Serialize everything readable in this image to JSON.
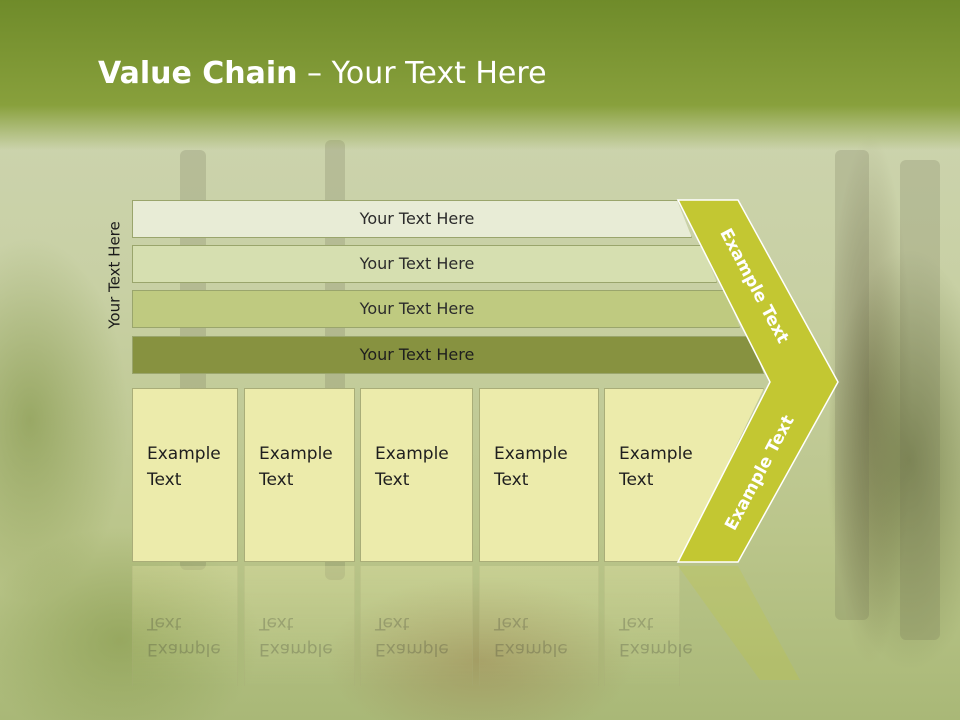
{
  "slide": {
    "title_bold": "Value Chain",
    "title_rest": " – Your Text Here",
    "vertical_label": "Your Text Here",
    "bars": [
      {
        "label": "Your Text Here"
      },
      {
        "label": "Your Text Here"
      },
      {
        "label": "Your Text Here"
      },
      {
        "label": "Your Text Here"
      }
    ],
    "boxes": [
      {
        "label": "Example\nText"
      },
      {
        "label": "Example\nText"
      },
      {
        "label": "Example\nText"
      },
      {
        "label": "Example\nText"
      },
      {
        "label": "Example\nText"
      }
    ],
    "arrow": {
      "top_label": "Example Text",
      "bottom_label": "Example Text"
    }
  },
  "colors": {
    "header": "#7a942f",
    "arrow_fill": "#c3c732",
    "bar1": "#e8ecd6",
    "bar2": "#d6dfb0",
    "bar3": "#bfca80",
    "bar4": "#879240",
    "box": "#ecebab"
  }
}
